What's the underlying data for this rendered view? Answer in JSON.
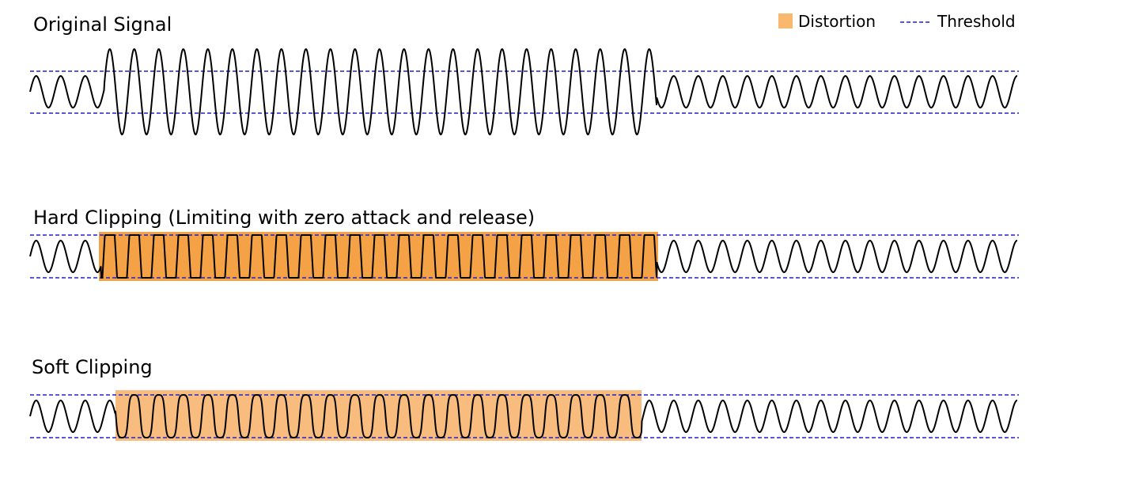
{
  "legend": {
    "distortion_label": "Distortion",
    "threshold_label": "Threshold"
  },
  "panels": [
    {
      "id": "original",
      "title": "Original  Signal",
      "distortion": false
    },
    {
      "id": "hard",
      "title": "Hard Clipping (Limiting with zero attack and release)",
      "distortion": true
    },
    {
      "id": "soft",
      "title": "Soft Clipping",
      "distortion": true
    }
  ],
  "colors": {
    "distortion_hard": "#f5a145",
    "distortion_soft": "#f8bd7e",
    "distortion_legend": "#f8b96f",
    "threshold": "#2222cc",
    "waveform": "#000000"
  }
}
